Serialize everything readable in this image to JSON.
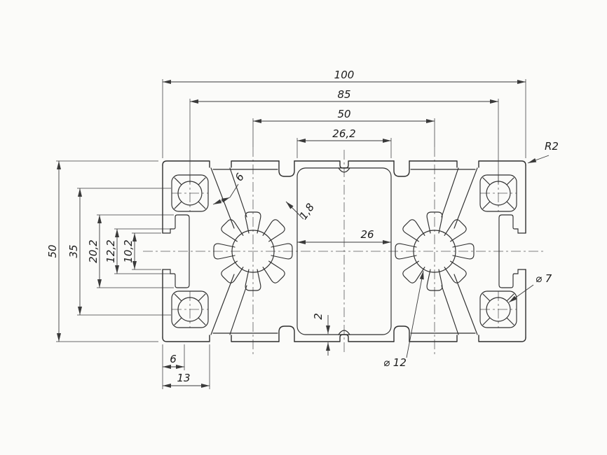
{
  "colors": {
    "background": "#fbfbf9",
    "line_color": "#2e2e2e",
    "dimension_color": "#3a3a3a"
  },
  "dims": {
    "width_overall": "100",
    "width_hole_centers": "85",
    "width_core_centers": "50",
    "width_cavity_mouth": "26,2",
    "height_overall": "50",
    "height_slot_outer": "35",
    "height_slot_cavity": "20,2",
    "height_slot_step": "12,2",
    "height_slot_mouth": "10,2",
    "slot_channel_width": "6",
    "wall_thickness": "1,8",
    "cavity_inner_width": "26",
    "bottom_wall_thickness": "2",
    "corner_radius": "R2",
    "center_hole_diameter": "⌀ 12",
    "corner_hole_diameter": "⌀ 7",
    "slot_edge_offset": "6",
    "slot_mouth_offset": "13"
  }
}
